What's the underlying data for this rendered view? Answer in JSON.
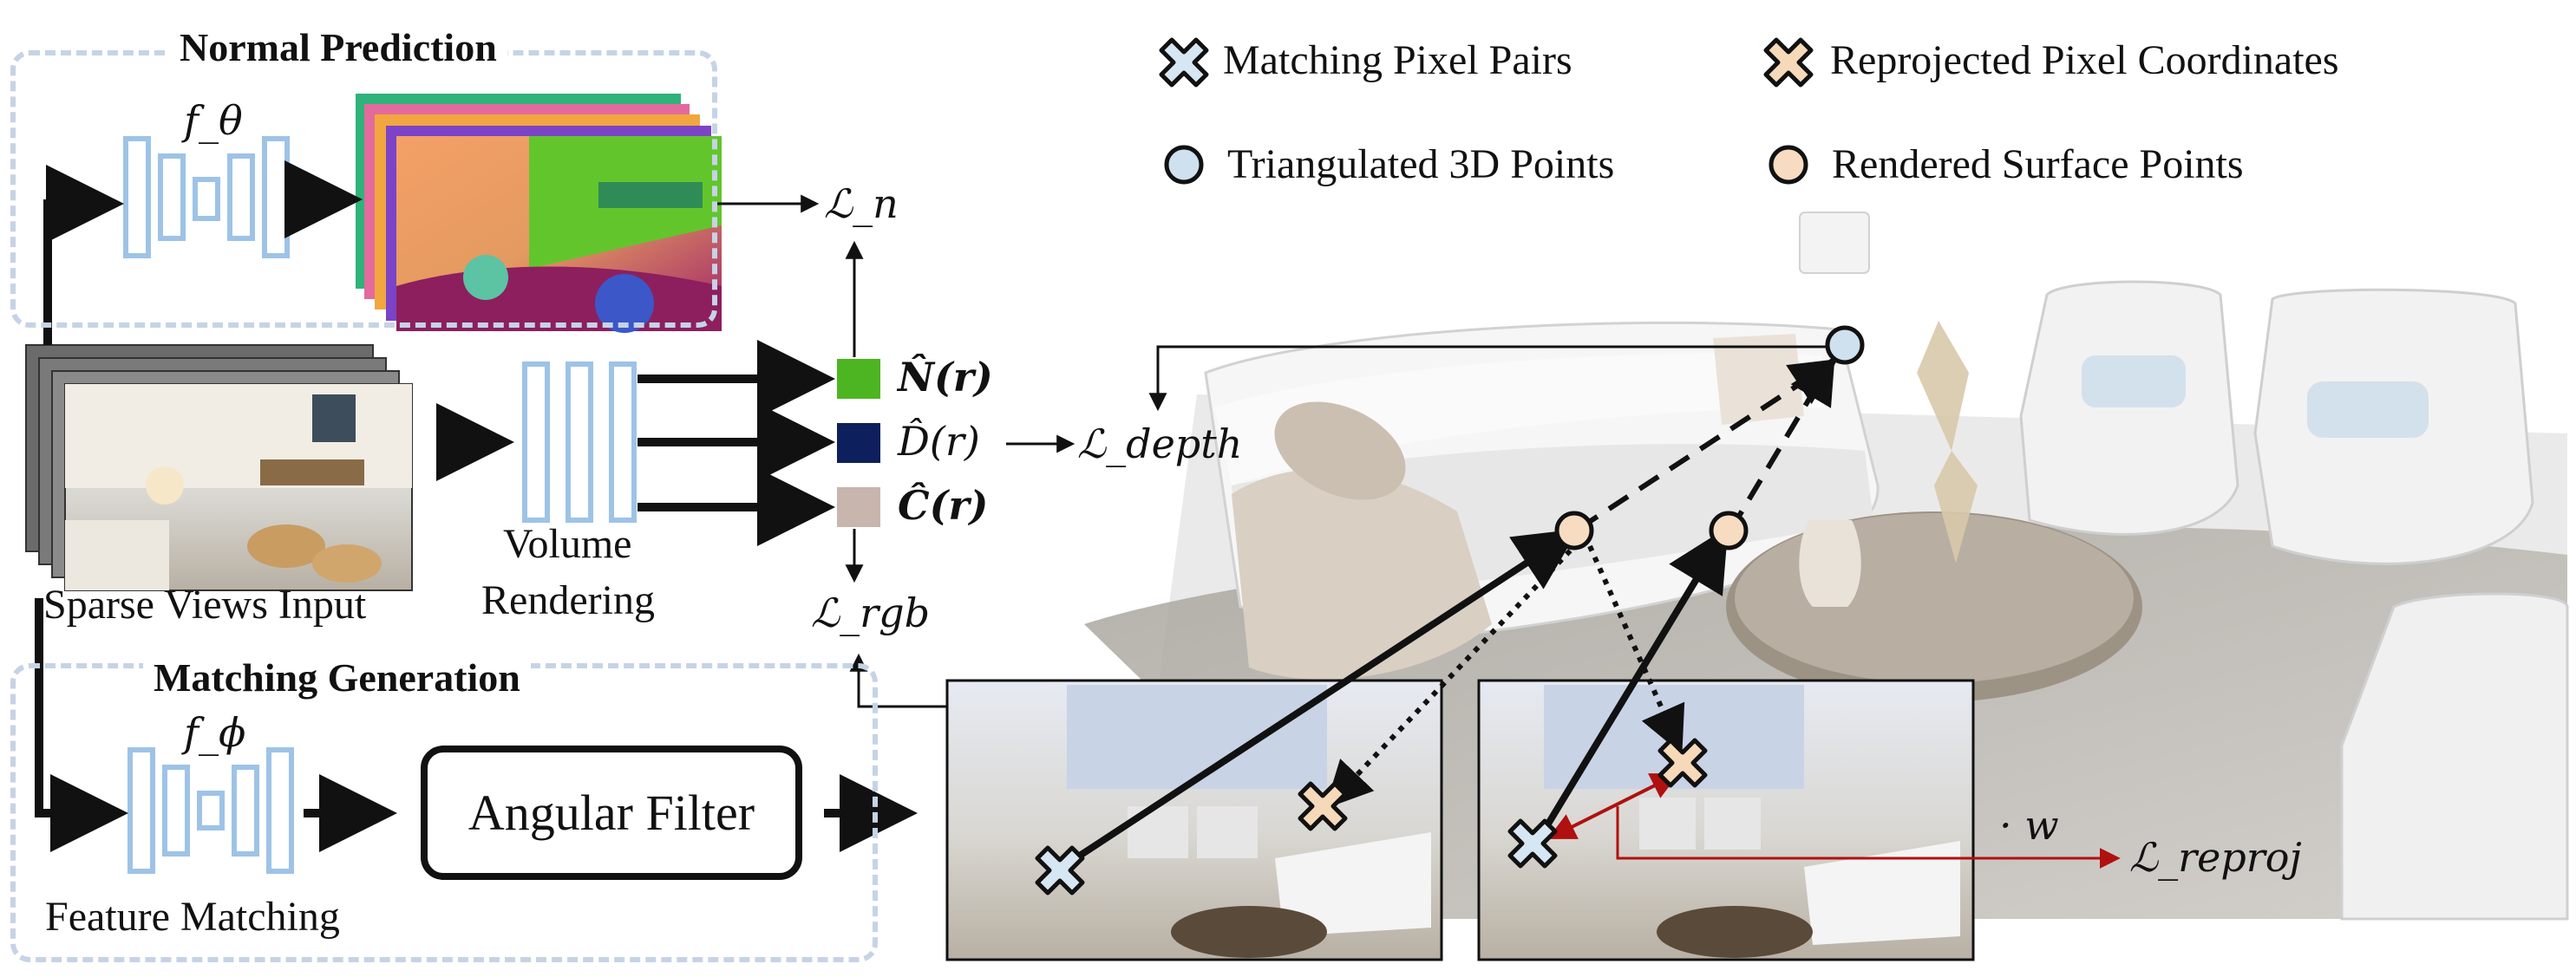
{
  "sections": {
    "normal_prediction": "Normal Prediction",
    "matching_generation": "Matching Generation"
  },
  "labels": {
    "sparse_views_input": "Sparse Views Input",
    "volume_rendering_line1": "Volume",
    "volume_rendering_line2": "Rendering",
    "feature_matching": "Feature Matching",
    "angular_filter": "Angular Filter"
  },
  "networks": {
    "normal_net": "f_θ",
    "matching_net": "f_ϕ"
  },
  "outputs": {
    "normal": "N̂(r)",
    "depth": "D̂(r)",
    "color": "Ĉ(r)"
  },
  "losses": {
    "normal": "ℒ_n",
    "depth": "ℒ_depth",
    "rgb": "ℒ_rgb",
    "reproj": "ℒ_reproj",
    "weight": "· w"
  },
  "legend": {
    "matching_pairs": "Matching Pixel Pairs",
    "reprojected": "Reprojected Pixel Coordinates",
    "triangulated": "Triangulated 3D Points",
    "rendered": "Rendered Surface Points"
  },
  "colors": {
    "normal_swatch": "#4db521",
    "depth_swatch": "#0d1f5c",
    "color_swatch": "#c8b5ad",
    "network_block": "#9ec3e6",
    "dashed_border": "#c6d3e6",
    "reproj_arrow": "#b01010",
    "match_marker": "#d6e6f2",
    "reproj_marker": "#f6d9b8",
    "triangulated_point": "#cfe0ee",
    "rendered_point": "#f7dcc2"
  },
  "icons": {
    "match_marker": "x-cross-marker-icon",
    "reproj_marker": "x-cross-marker-icon",
    "triangulated_point": "circle-point-icon",
    "rendered_point": "circle-point-icon"
  }
}
